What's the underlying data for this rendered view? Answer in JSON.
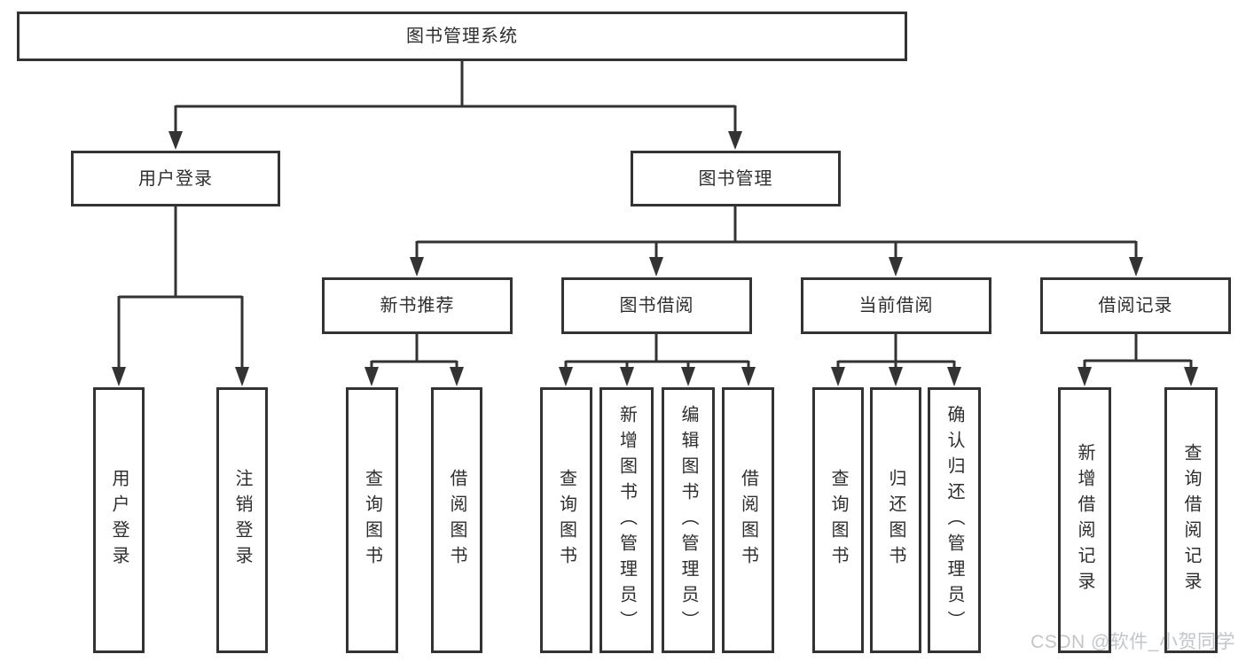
{
  "diagram": {
    "root": {
      "label": "图书管理系统"
    },
    "level2": [
      {
        "label": "用户登录"
      },
      {
        "label": "图书管理"
      }
    ],
    "level3": [
      {
        "label": "新书推荐",
        "parent": "图书管理"
      },
      {
        "label": "图书借阅",
        "parent": "图书管理"
      },
      {
        "label": "当前借阅",
        "parent": "图书管理"
      },
      {
        "label": "借阅记录",
        "parent": "图书管理"
      }
    ],
    "leaves": [
      {
        "label": "用户登录",
        "parent": "用户登录"
      },
      {
        "label": "注销登录",
        "parent": "用户登录"
      },
      {
        "label": "查询图书",
        "parent": "新书推荐"
      },
      {
        "label": "借阅图书",
        "parent": "新书推荐"
      },
      {
        "label": "查询图书",
        "parent": "图书借阅"
      },
      {
        "label": "新增图书（管理员）",
        "parent": "图书借阅"
      },
      {
        "label": "编辑图书（管理员）",
        "parent": "图书借阅"
      },
      {
        "label": "借阅图书",
        "parent": "图书借阅"
      },
      {
        "label": "查询图书",
        "parent": "当前借阅"
      },
      {
        "label": "归还图书",
        "parent": "当前借阅"
      },
      {
        "label": "确认归还（管理员）",
        "parent": "当前借阅"
      },
      {
        "label": "新增借阅记录",
        "parent": "借阅记录"
      },
      {
        "label": "查询借阅记录",
        "parent": "借阅记录"
      }
    ]
  },
  "watermark": {
    "text": "CSDN @软件_小贺同学"
  },
  "colors": {
    "line": "#333333",
    "text": "#2e2e2e",
    "background": "#ffffff",
    "watermark": "#c3c6c9"
  }
}
